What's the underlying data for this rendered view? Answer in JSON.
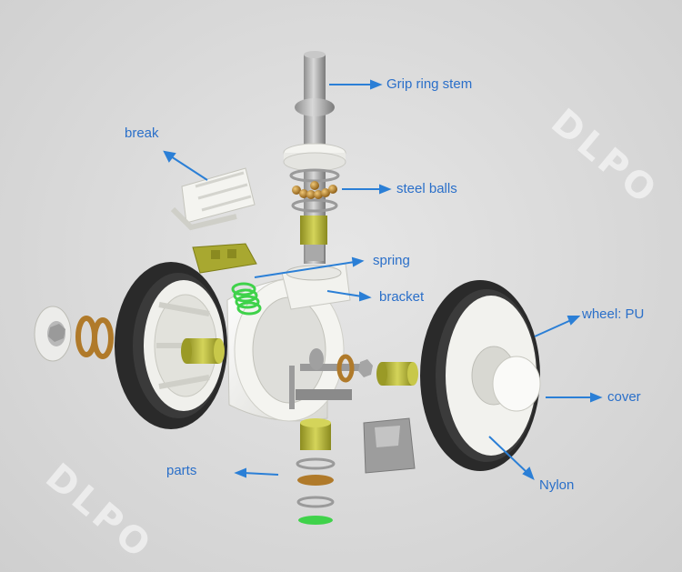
{
  "labels": {
    "grip_ring_stem": "Grip ring stem",
    "break": "break",
    "steel_balls": "steel balls",
    "spring": "spring",
    "bracket": "bracket",
    "wheel_pu": "wheel: PU",
    "cover": "cover",
    "parts": "parts",
    "nylon": "Nylon"
  },
  "watermark": "DLPO",
  "colors": {
    "label": "#2a6fc9",
    "arrow": "#2b7fd6",
    "tire": "#2a2a2a",
    "plastic": "#f2f2ee",
    "brass": "#b08a3c",
    "olive": "#a8a830",
    "spring": "#3fd24a",
    "steel": "#a9a9a9"
  }
}
